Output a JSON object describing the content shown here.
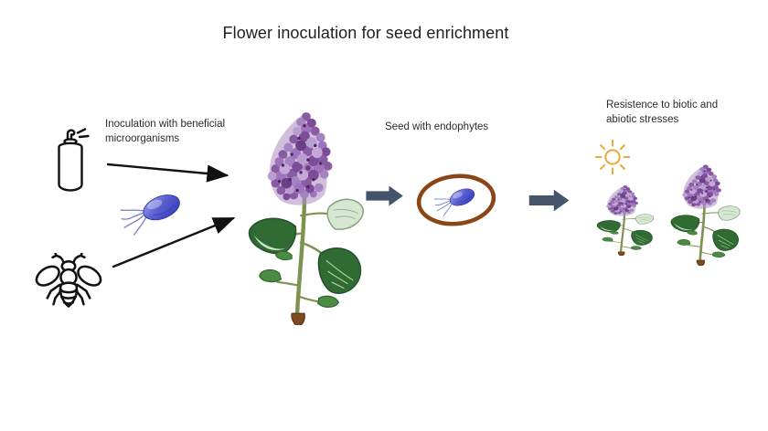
{
  "title": "Flower inoculation for seed enrichment",
  "steps": {
    "inoculation_label": "Inoculation with beneficial microorganisms",
    "seed_label": "Seed with endophytes",
    "resistance_label": "Resistence to biotic and abiotic stresses"
  },
  "icons": {
    "spray_can": "spray-can-outline",
    "bee": "bee-outline",
    "bacterium": "blue-bacterium-with-flagella",
    "lilac_plant": "lilac-flower-branch",
    "seed": "seed-oval-with-endophyte",
    "sun": "sun-outline",
    "block_arrow": "solid-right-arrow",
    "thin_arrow": "black-line-arrow"
  },
  "colors": {
    "background": "#FFFFFF",
    "text": "#262626",
    "block_arrow": "#44546A",
    "seed_ring": "#8A4617",
    "sun": "#E9AC3F",
    "thin_arrow": "#111111",
    "bacterium_dark": "#3036B5",
    "bacterium_light": "#9DA3E8",
    "flower_purple": "#8A5BA5",
    "leaf_dark_green": "#2F6B33",
    "leaf_pale_green": "#D8E6D4",
    "stem_green": "#7E9150"
  }
}
